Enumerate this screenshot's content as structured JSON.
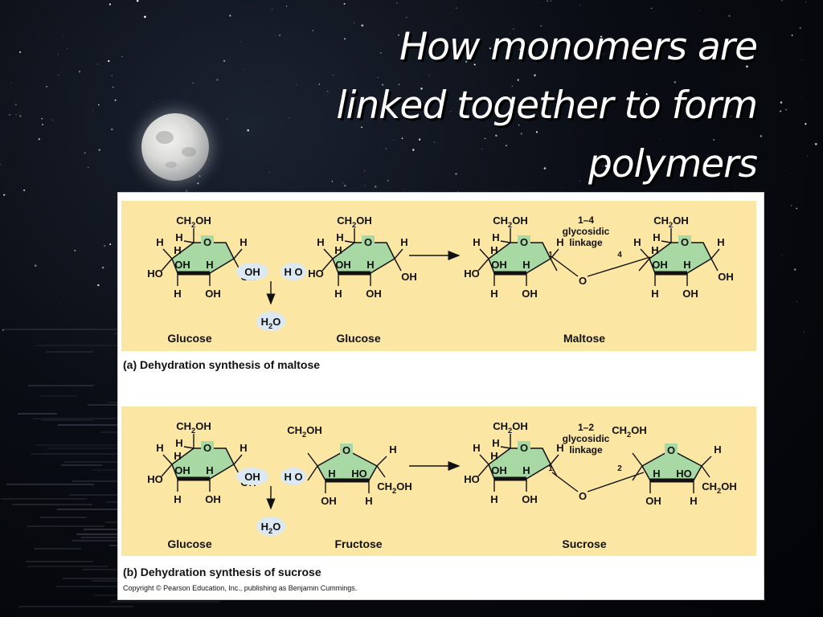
{
  "slide": {
    "title_lines": [
      "How monomers are",
      "linked together to form",
      "polymers"
    ]
  },
  "colors": {
    "panel_background": "#fce6a4",
    "ring_fill": "#a8d8a3",
    "bubble_fill": "#dce9f2",
    "title_text": "#ffffff"
  },
  "atoms": {
    "ch2oh_ch": "CH",
    "ch2oh_sub": "2",
    "ch2oh_oh": "OH",
    "h2o_h": "H",
    "h2o_sub": "2",
    "h2o_o": "O",
    "h": "H",
    "o": "O",
    "oh": "OH",
    "ho": "HO",
    "h_o": "H O"
  },
  "panel_a": {
    "molecule_1": "Glucose",
    "molecule_2": "Glucose",
    "product": "Maltose",
    "linkage_label": [
      "1–4",
      "glycosidic",
      "linkage"
    ],
    "carbon_left": "1",
    "carbon_right": "4",
    "caption": "(a) Dehydration synthesis of maltose"
  },
  "panel_b": {
    "molecule_1": "Glucose",
    "molecule_2": "Fructose",
    "product": "Sucrose",
    "linkage_label": [
      "1–2",
      "glycosidic",
      "linkage"
    ],
    "carbon_left": "1",
    "carbon_right": "2",
    "caption": "(b) Dehydration synthesis of sucrose"
  },
  "copyright": "Copyright © Pearson Education, Inc., publishing as Benjamin Cummings."
}
